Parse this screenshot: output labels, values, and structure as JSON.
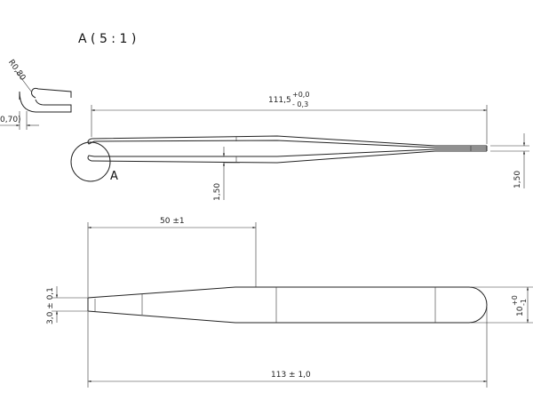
{
  "detail": {
    "title": "A ( 5 : 1 )",
    "radius": "R0,80",
    "thickness": "0,70)"
  },
  "side_view": {
    "detail_marker": "A",
    "length_main": "111,5",
    "length_upper_tol": "+0,0",
    "length_lower_tol": "- 0,3",
    "gap_left": "1,50",
    "gap_right": "1,50"
  },
  "top_view": {
    "taper_length": "50 ±1",
    "tip_width": "3,0 ± 0,1",
    "head_width": "10",
    "head_upper_tol": "+0",
    "head_lower_tol": "-1",
    "total_length": "113 ± 1,0"
  }
}
